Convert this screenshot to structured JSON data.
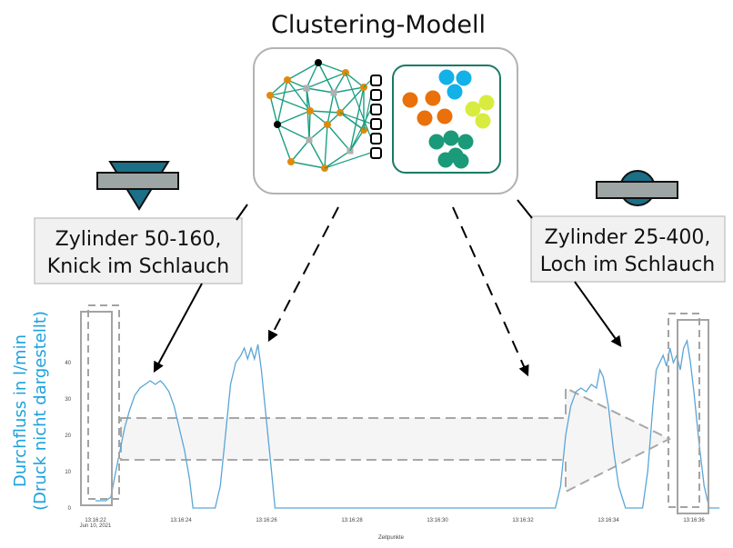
{
  "title": "Clustering-Modell",
  "label_left": {
    "line1": "Zylinder 50-160,",
    "line2": "Knick im Schlauch"
  },
  "label_right": {
    "line1": "Zylinder 25-400,",
    "line2": "Loch im Schlauch"
  },
  "y_axis_label": {
    "line1": "Durchfluss in l/min",
    "line2": "(Druck nicht dargestellt)"
  },
  "x_axis_label": "Zeitpunkte",
  "chart_data": {
    "type": "line",
    "x_ticks": [
      "13:16:22",
      "13:16:24",
      "13:16:26",
      "13:16:28",
      "13:16:30",
      "13:16:32",
      "13:16:34",
      "13:16:36"
    ],
    "x_date": "Jun 10, 2021",
    "y_ticks": [
      0,
      10,
      20,
      30,
      40
    ],
    "ylim": [
      0,
      50
    ],
    "series": [
      {
        "color": "#5aa6d6",
        "points": [
          [
            0.0,
            2
          ],
          [
            0.12,
            2
          ],
          [
            0.18,
            3
          ],
          [
            0.22,
            8
          ],
          [
            0.28,
            15
          ],
          [
            0.34,
            22
          ],
          [
            0.4,
            27
          ],
          [
            0.46,
            31
          ],
          [
            0.52,
            33
          ],
          [
            0.58,
            34
          ],
          [
            0.64,
            35
          ],
          [
            0.7,
            34
          ],
          [
            0.76,
            35
          ],
          [
            0.8,
            34
          ],
          [
            0.86,
            32
          ],
          [
            0.92,
            28
          ],
          [
            0.98,
            22
          ],
          [
            1.04,
            16
          ],
          [
            1.1,
            8
          ],
          [
            1.14,
            0
          ],
          [
            1.4,
            0
          ],
          [
            1.46,
            6
          ],
          [
            1.52,
            20
          ],
          [
            1.58,
            34
          ],
          [
            1.64,
            40
          ],
          [
            1.7,
            42
          ],
          [
            1.74,
            44
          ],
          [
            1.78,
            41
          ],
          [
            1.82,
            44
          ],
          [
            1.86,
            41
          ],
          [
            1.9,
            45
          ],
          [
            1.94,
            38
          ],
          [
            2.0,
            24
          ],
          [
            2.06,
            10
          ],
          [
            2.1,
            0
          ],
          [
            5.38,
            0
          ],
          [
            5.44,
            6
          ],
          [
            5.5,
            20
          ],
          [
            5.56,
            28
          ],
          [
            5.62,
            32
          ],
          [
            5.68,
            33
          ],
          [
            5.74,
            32
          ],
          [
            5.8,
            34
          ],
          [
            5.86,
            33
          ],
          [
            5.9,
            38
          ],
          [
            5.94,
            36
          ],
          [
            6.0,
            28
          ],
          [
            6.06,
            16
          ],
          [
            6.12,
            6
          ],
          [
            6.2,
            0
          ],
          [
            6.4,
            0
          ],
          [
            6.46,
            10
          ],
          [
            6.52,
            28
          ],
          [
            6.56,
            38
          ],
          [
            6.6,
            40
          ],
          [
            6.64,
            42
          ],
          [
            6.68,
            39
          ],
          [
            6.72,
            44
          ],
          [
            6.76,
            40
          ],
          [
            6.8,
            42
          ],
          [
            6.84,
            38
          ],
          [
            6.88,
            44
          ],
          [
            6.92,
            46
          ],
          [
            6.96,
            40
          ],
          [
            7.0,
            32
          ],
          [
            7.06,
            18
          ],
          [
            7.12,
            6
          ],
          [
            7.18,
            0
          ],
          [
            7.3,
            0
          ]
        ]
      }
    ]
  },
  "colors": {
    "teal": "#1a9e82",
    "dark_teal": "#0e6e84",
    "orange_node": "#e08a0b",
    "grey_node": "#b0b0b0",
    "cluster_blue": "#12b1e8",
    "cluster_orange": "#e9700b",
    "cluster_yellow": "#d8ec40",
    "cluster_green": "#1a9a78",
    "line_blue": "#5aa6d6",
    "axis_label_blue": "#1ba1dc"
  },
  "icons": {
    "left_machine": "cylinder-triangle-icon",
    "right_machine": "cylinder-circle-icon",
    "model": "neural-network-icon",
    "clusters": "cluster-dots-icon"
  }
}
